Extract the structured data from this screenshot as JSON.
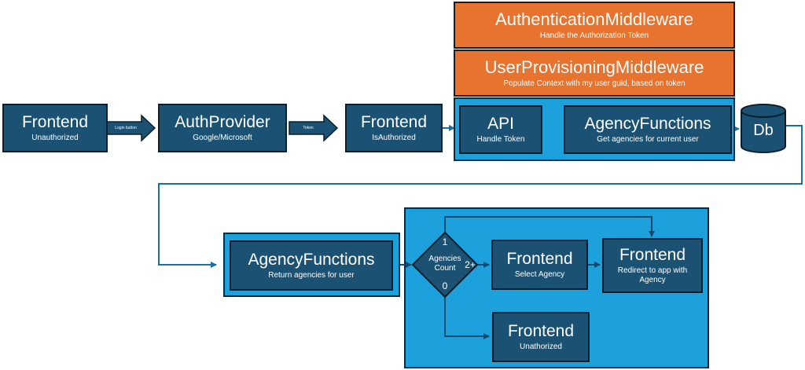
{
  "middleware": {
    "auth": {
      "title": "AuthenticationMiddleware",
      "subtitle": "Handle the Authorization Token"
    },
    "provisioning": {
      "title": "UserProvisioningMiddleware",
      "subtitle": "Populate Context with my user guid, based on token"
    }
  },
  "nodes": {
    "frontend_unauth": {
      "title": "Frontend",
      "subtitle": "Unauthorized"
    },
    "auth_provider": {
      "title": "AuthProvider",
      "subtitle": "Google/Microsoft"
    },
    "frontend_isauth": {
      "title": "Frontend",
      "subtitle": "IsAuthorized"
    },
    "api": {
      "title": "API",
      "subtitle": "Handle Token"
    },
    "agency_functions_get": {
      "title": "AgencyFunctions",
      "subtitle": "Get agencies for current user"
    },
    "db": {
      "title": "Db"
    },
    "agency_functions_return": {
      "title": "AgencyFunctions",
      "subtitle": "Return agencies for user"
    },
    "frontend_select": {
      "title": "Frontend",
      "subtitle": "Select Agency"
    },
    "frontend_redirect": {
      "title": "Frontend",
      "subtitle": "Redirect to app with Agency"
    },
    "frontend_unathorized": {
      "title": "Frontend",
      "subtitle": "Unathorized"
    }
  },
  "arrows": {
    "login": "Login button",
    "token": "Token"
  },
  "decision": {
    "label": "Agencies Count",
    "branch_one": "1",
    "branch_many": "2+",
    "branch_zero": "0"
  },
  "colors": {
    "node_fill": "#1b5274",
    "panel_fill": "#1da1dc",
    "middleware_fill": "#e8732f",
    "connector": "#1b6fa0"
  }
}
